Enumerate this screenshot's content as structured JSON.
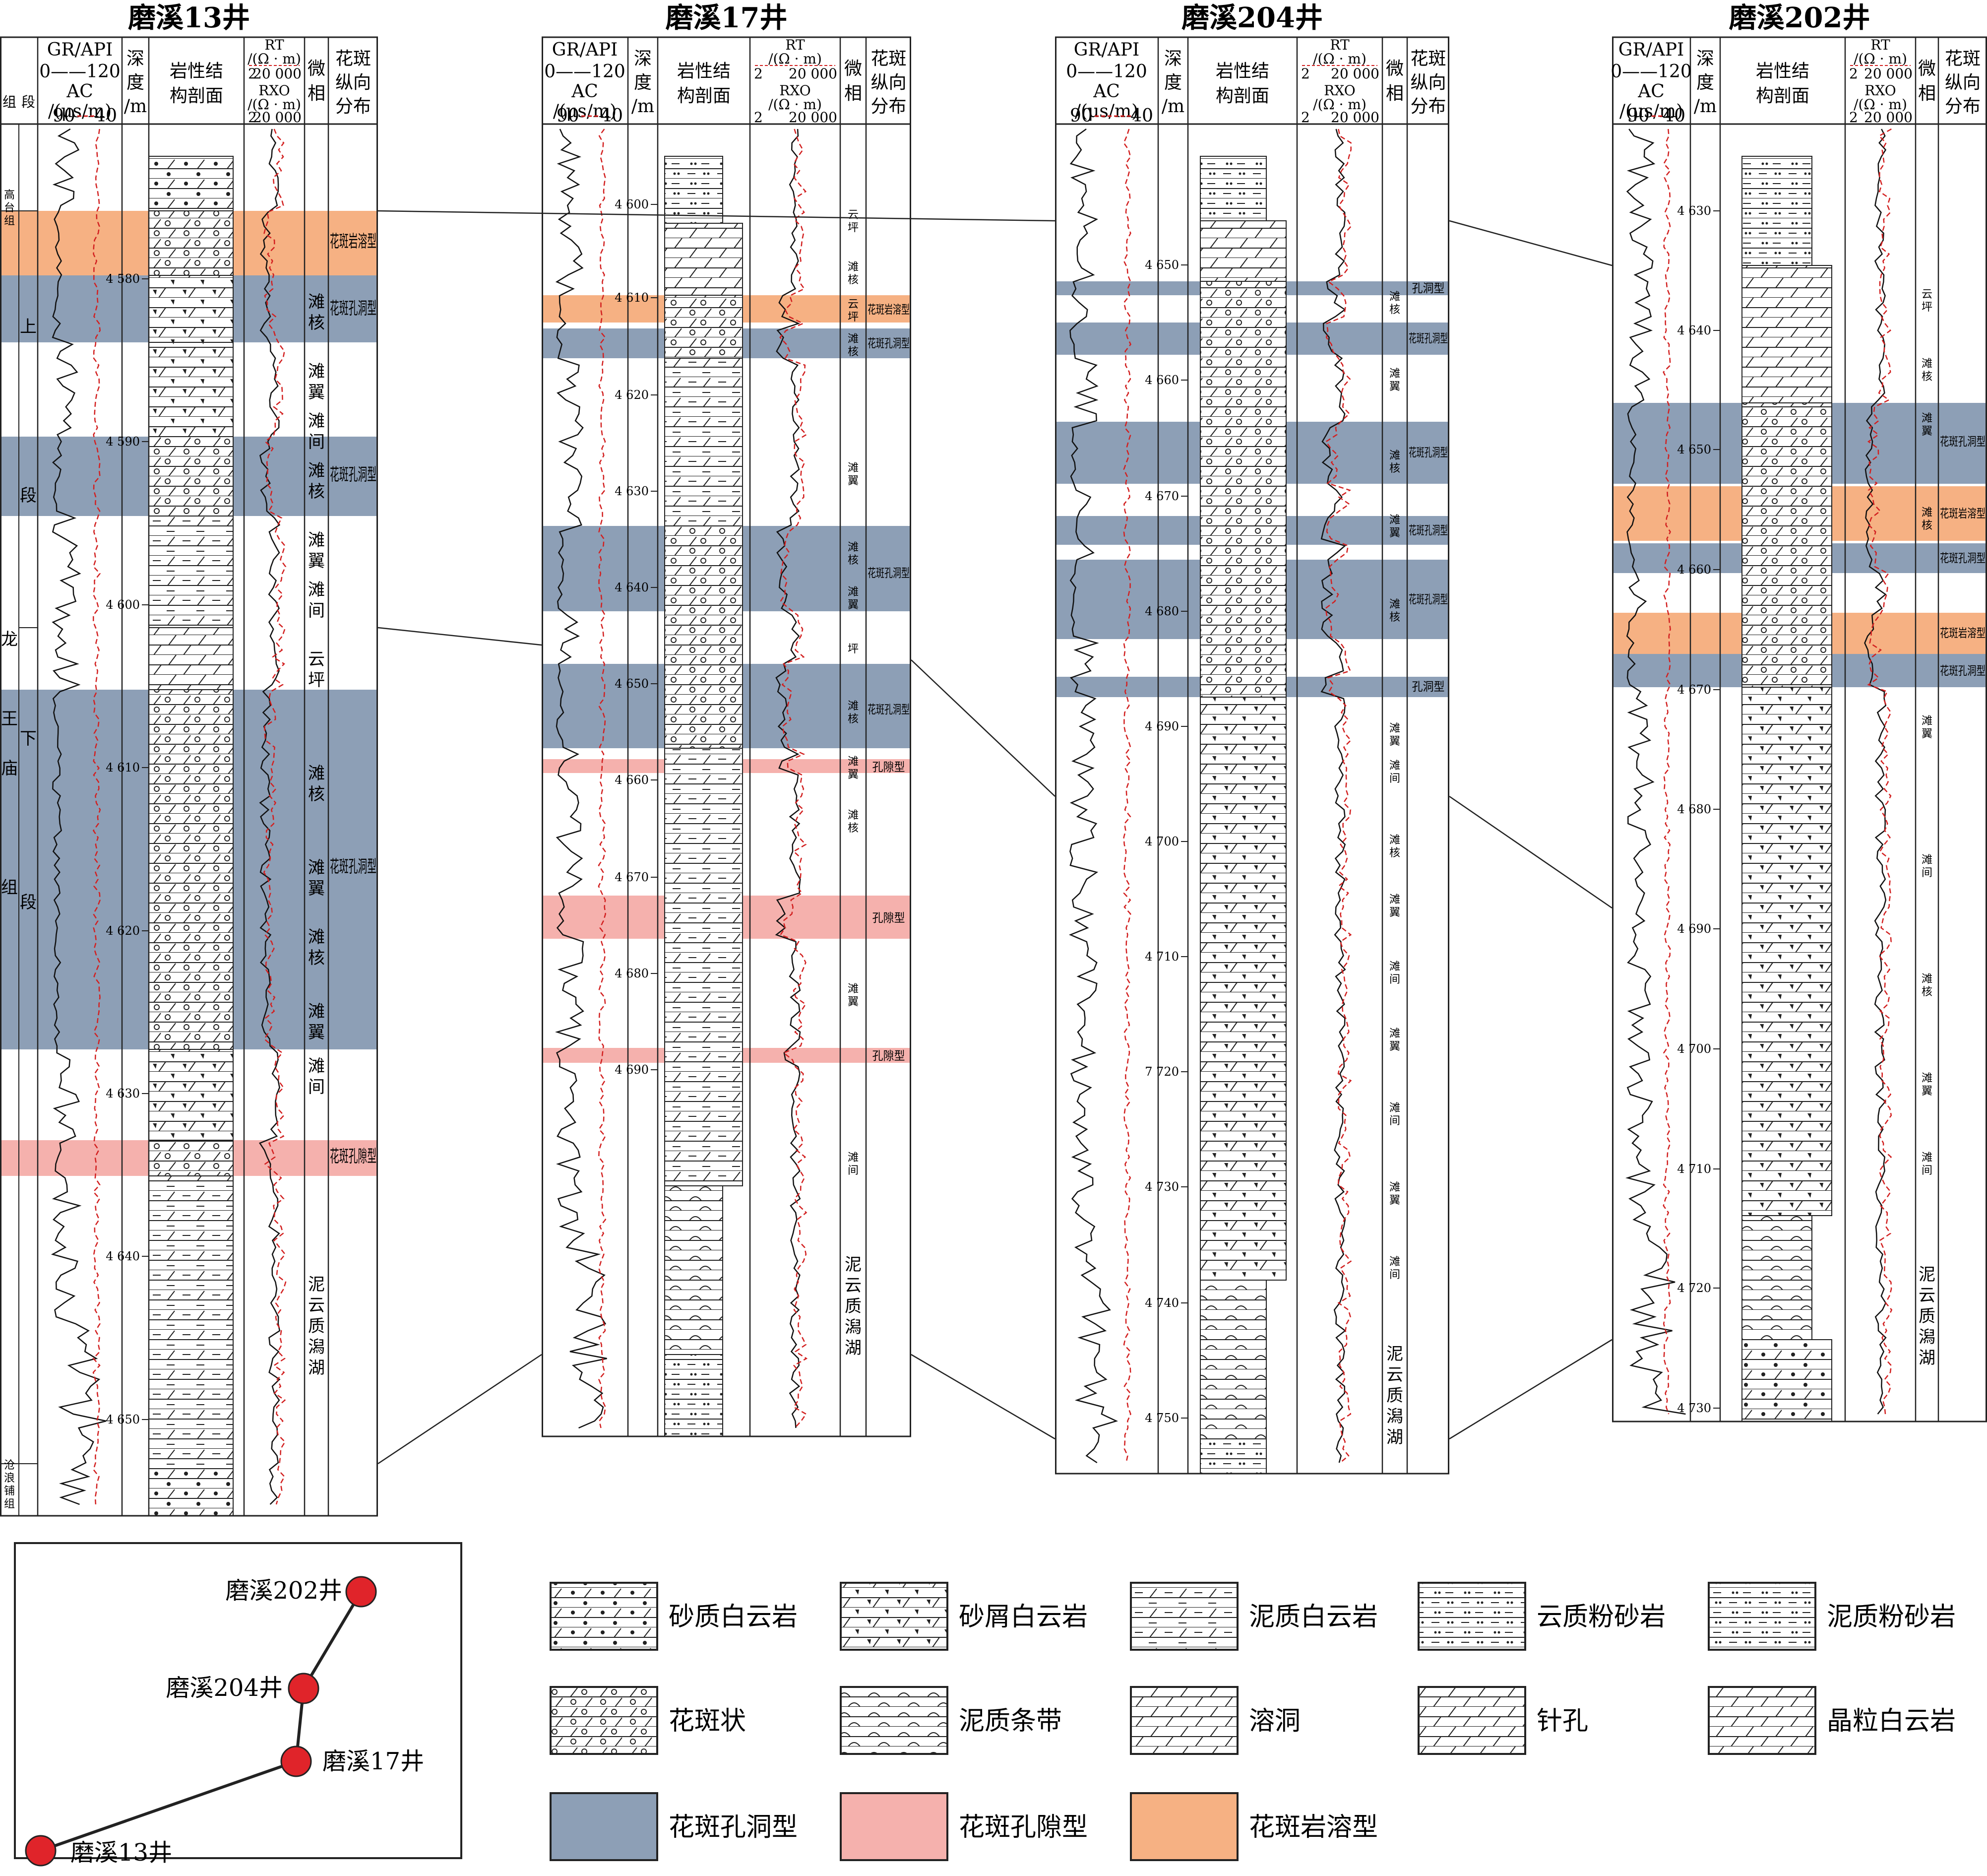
{
  "header_labels": {
    "zu": "组",
    "duan": "段",
    "gr_api": "GR/API",
    "gr_range": "0——120",
    "ac": "AC",
    "ac_unit": "/(μs/m)",
    "ac_range_left": "90",
    "ac_range_right": "40",
    "depth_1": "深",
    "depth_2": "度",
    "depth_3": "/m",
    "lith_1": "岩性结",
    "lith_2": "构剖面",
    "rt": "RT",
    "rt_unit": "/(Ω · m)",
    "rt_range_left": "2",
    "rt_range_right": "20 000",
    "rxo": "RXO",
    "rxo_unit": "/(Ω · m)",
    "rxo_range_left": "2",
    "rxo_range_right": "20 000",
    "micro_1": "微",
    "micro_2": "相",
    "dist_1": "花斑",
    "dist_2": "纵向",
    "dist_3": "分布"
  },
  "strat_labels": {
    "gaotai": "高台组",
    "shang": "上",
    "duan": "段",
    "long": "龙",
    "wang": "王",
    "miao": "庙",
    "zu": "组",
    "xia": "下",
    "duan2": "段",
    "canglang": "沧浪铺组"
  },
  "wells": [
    {
      "name": "磨溪13井",
      "depth_ticks": [
        "4 580",
        "4 590",
        "4 600",
        "4 610",
        "4 620",
        "4 630",
        "4 640",
        "4 650"
      ],
      "microfacies": [
        "滩核",
        "滩翼",
        "滩间",
        "滩核",
        "滩翼",
        "滩间",
        "云坪",
        "滩核",
        "滩翼",
        "滩核",
        "滩翼",
        "滩间",
        "泥云质潟湖"
      ],
      "zones": [
        "花斑岩溶型",
        "花斑孔洞型",
        "花斑孔洞型",
        "花斑孔洞型",
        "花斑孔隙型"
      ]
    },
    {
      "name": "磨溪17井",
      "depth_ticks": [
        "4 600",
        "4 610",
        "4 620",
        "4 630",
        "4 640",
        "4 650",
        "4 660",
        "4 670",
        "4 680",
        "4 690"
      ],
      "microfacies": [
        "云坪",
        "滩核",
        "云坪",
        "滩核",
        "滩翼",
        "滩核",
        "滩翼",
        "坪",
        "滩核",
        "滩翼",
        "滩核",
        "滩翼",
        "滩间",
        "泥云质潟湖"
      ],
      "zones": [
        "花斑岩溶型",
        "花斑孔洞型",
        "花斑孔洞型",
        "花斑孔洞型",
        "孔隙型",
        "孔隙型",
        "孔隙型"
      ]
    },
    {
      "name": "磨溪204井",
      "depth_ticks": [
        "4 650",
        "4 660",
        "4 670",
        "4 680",
        "4 690",
        "4 700",
        "4 710",
        "7 720",
        "4 730",
        "4 740",
        "4 750"
      ],
      "microfacies": [
        "滩核",
        "滩翼",
        "滩核",
        "滩翼",
        "滩核",
        "滩翼",
        "滩间",
        "滩核",
        "滩翼",
        "滩间",
        "滩翼",
        "滩间",
        "滩翼",
        "滩间",
        "泥云质潟湖"
      ],
      "zones": [
        "孔洞型",
        "花斑孔洞型",
        "花斑孔洞型",
        "花斑孔洞型",
        "花斑孔洞型",
        "孔洞型"
      ]
    },
    {
      "name": "磨溪202井",
      "depth_ticks": [
        "4 630",
        "4 640",
        "4 650",
        "4 660",
        "4 670",
        "4 680",
        "4 690",
        "4 700",
        "4 710",
        "4 720",
        "4 730"
      ],
      "microfacies": [
        "云坪",
        "滩核",
        "滩翼",
        "滩核",
        "滩翼",
        "滩间",
        "滩核",
        "滩翼",
        "滩间",
        "泥云质潟湖"
      ],
      "zones": [
        "花斑孔洞型",
        "花斑岩溶型",
        "花斑孔洞型",
        "花斑岩溶型",
        "花斑孔洞型"
      ]
    }
  ],
  "legend": {
    "lithology": [
      "砂质白云岩",
      "砂屑白云岩",
      "泥质白云岩",
      "云质粉砂岩",
      "泥质粉砂岩",
      "花斑状",
      "泥质条带",
      "溶洞",
      "针孔",
      "晶粒白云岩"
    ],
    "reservoir": [
      {
        "label": "花斑孔洞型",
        "color": "#8d9fb6"
      },
      {
        "label": "花斑孔隙型",
        "color": "#f5b1ad"
      },
      {
        "label": "花斑岩溶型",
        "color": "#f6b183"
      }
    ]
  },
  "location_map": {
    "wells": [
      "磨溪202井",
      "磨溪204井",
      "磨溪17井",
      "磨溪13井"
    ],
    "marker_color": "#e0242a"
  },
  "colors": {
    "vug": "#8d9fb6",
    "pore": "#f5b1ad",
    "karst": "#f6b183",
    "red_curve": "#d22020"
  }
}
